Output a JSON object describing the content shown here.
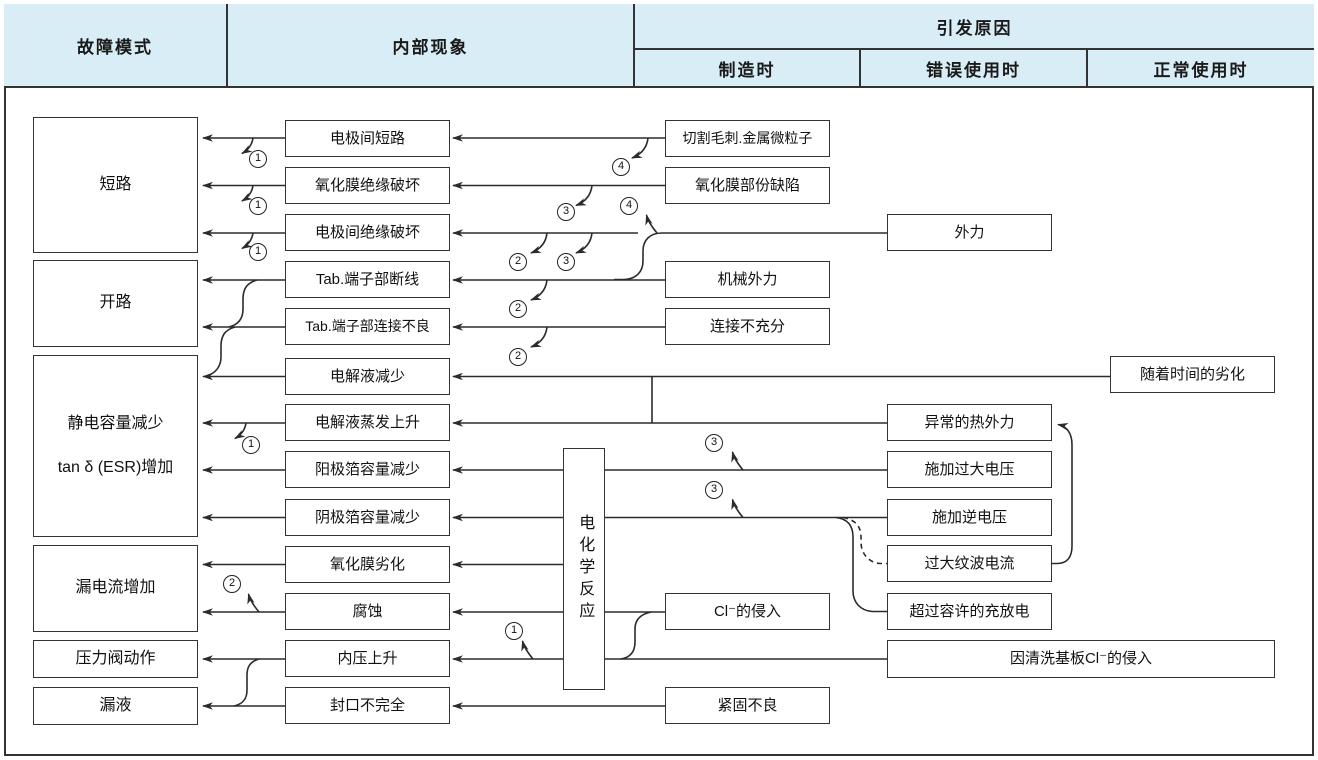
{
  "header": {
    "col_failure_mode": "故障模式",
    "col_internal_phenomenon": "内部现象",
    "col_cause": "引发原因",
    "sub_manufacturing": "制造时",
    "sub_misuse": "错误使用时",
    "sub_normal_use": "正常使用时"
  },
  "failure_modes": {
    "short": "短路",
    "open": "开路",
    "cap_line1": "静电容量减少",
    "cap_line2": "tan δ (ESR)增加",
    "leak_current": "漏电流增加",
    "pressure_valve": "压力阀动作",
    "leak_liquid": "漏液"
  },
  "phenomena": {
    "p1": "电极间短路",
    "p2": "氧化膜绝缘破坏",
    "p3": "电极间绝缘破坏",
    "p4": "Tab.端子部断线",
    "p5": "Tab.端子部连接不良",
    "p6": "电解液减少",
    "p7": "电解液蒸发上升",
    "p8": "阳极箔容量减少",
    "p9": "阴极箔容量减少",
    "p10": "氧化膜劣化",
    "p11": "腐蚀",
    "p12": "内压上升",
    "p13": "封口不完全",
    "electrochemical": "电化学反应"
  },
  "manufacturing": {
    "m1": "切割毛刺.金属微粒子",
    "m2": "氧化膜部份缺陷",
    "m3": "机械外力",
    "m4": "连接不充分",
    "m5": "Cl⁻的侵入",
    "m6": "紧固不良"
  },
  "misuse": {
    "u1": "外力",
    "u2": "异常的热外力",
    "u3": "施加过大电压",
    "u4": "施加逆电压",
    "u5": "过大纹波电流",
    "u6": "超过容许的充放电",
    "u7": "因清洗基板Cl⁻的侵入"
  },
  "normal_use": {
    "n1": "随着时间的劣化"
  },
  "refs": {
    "r1": "1",
    "r2": "2",
    "r3": "3",
    "r4": "4"
  },
  "colors": {
    "header_bg": "#d8edf6",
    "line": "#2b2b2b",
    "border": "#333333"
  }
}
